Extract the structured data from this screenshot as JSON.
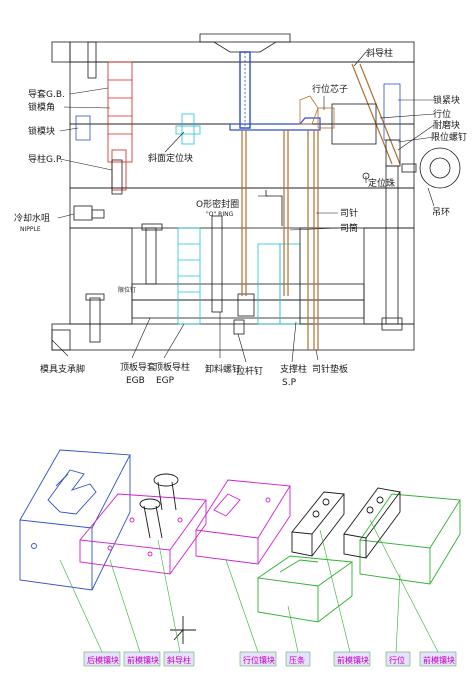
{
  "colors": {
    "outline": "#1a1a1a",
    "blue_part": "#3050c8",
    "cyan_part": "#20c0e0",
    "green_part": "#30b030",
    "magenta_part": "#d020d0",
    "brown_part": "#b07030",
    "leader_red": "#d02020",
    "label_text": "#c000c0",
    "label_box": "#e8e0ff"
  },
  "labels_top": {
    "slant_guide_pillar": "斜导柱",
    "slider_insert": "行位芯子",
    "lock_block": "锁紧块",
    "slider": "行位",
    "wear_block": "耐磨块",
    "limit_screw": "限位螺钉",
    "guide_bush": "导套G.B.",
    "wedge_corner": "锁模角",
    "lock_mold_block": "锁模块",
    "guide_pillar": "导柱G.P.",
    "slant_locate_block": "斜面定位块",
    "stop_ball": "定位珠",
    "hanging_ring": "吊环",
    "o_ring": "O形密封圈",
    "o_ring_sub": "\"O\" RING",
    "cooling_nipple": "冷却水咀",
    "cooling_nipple_sub": "NIPPLE",
    "ejector_pin": "司针",
    "ejector_sleeve": "司筒",
    "support_foot": "模具支承脚",
    "ejector_bush": "顶板导套",
    "ejector_bush_sub": "EGB",
    "ejector_guide_pillar": "顶板导柱",
    "ejector_guide_pillar_sub": "EGP",
    "sprue_puller_screw": "卸料螺钉",
    "pull_rod": "拉杆钉",
    "support_pillar": "支撑柱",
    "support_pillar_sub": "S.P",
    "ejector_pad": "司针垫板",
    "stop_pin_tag": "限位钉"
  },
  "labels_bottom": [
    "后模镶块",
    "前模镶块",
    "斜导柱",
    "行位镶块",
    "压条",
    "前模镶块",
    "行位",
    "前模镶块"
  ]
}
